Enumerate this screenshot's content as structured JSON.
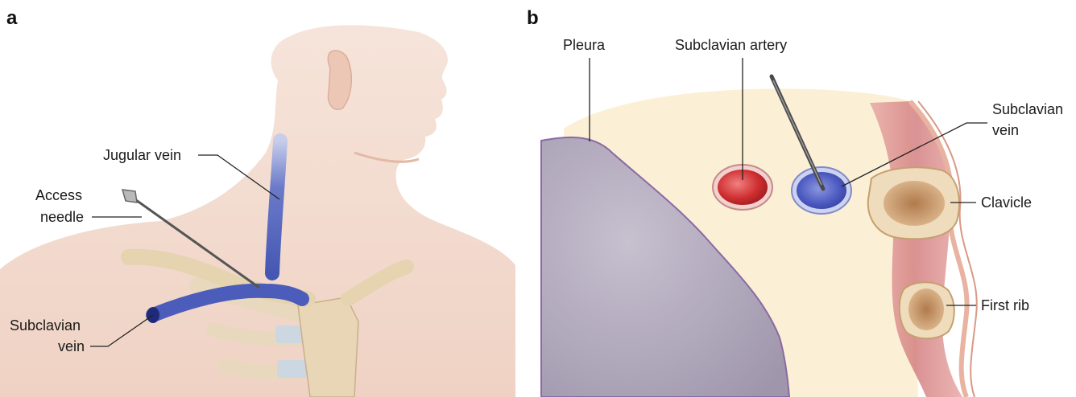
{
  "panel_a": {
    "letter": "a",
    "labels": {
      "jugular_vein": "Jugular vein",
      "access_needle_line1": "Access",
      "access_needle_line2": "needle",
      "subclavian_vein_line1": "Subclavian",
      "subclavian_vein_line2": "vein"
    }
  },
  "panel_b": {
    "letter": "b",
    "labels": {
      "pleura": "Pleura",
      "subclavian_artery": "Subclavian artery",
      "subclavian_vein_line1": "Subclavian",
      "subclavian_vein_line2": "vein",
      "clavicle": "Clavicle",
      "first_rib": "First rib"
    }
  },
  "colors": {
    "skin": "#f3dcd0",
    "vein": "#5566c0",
    "artery": "#c8262a",
    "bone": "#ecd9b8",
    "pleura": "#aba2b6",
    "fat": "#fbf0d6",
    "muscle": "#d9898a"
  }
}
